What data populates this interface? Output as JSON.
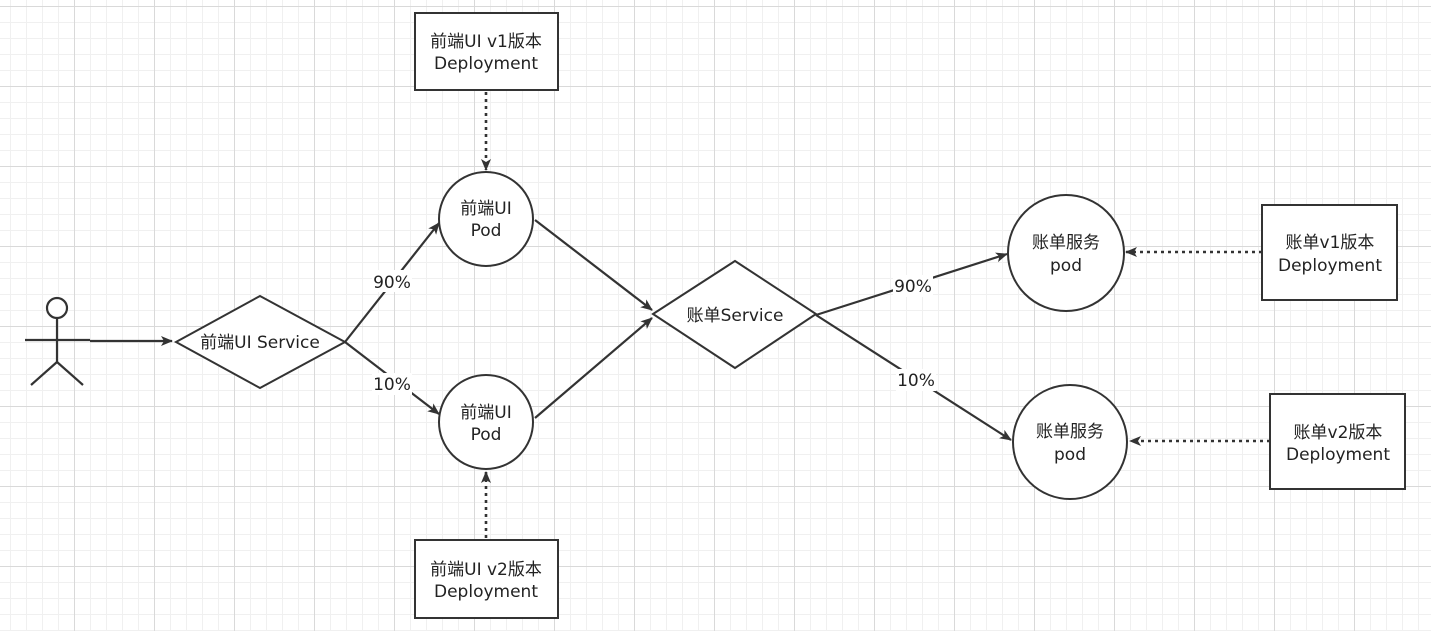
{
  "nodes": {
    "user": {
      "label": ""
    },
    "frontend_service": {
      "label": "前端UI Service"
    },
    "frontend_v1_deployment": {
      "line1": "前端UI v1版本",
      "line2": "Deployment"
    },
    "frontend_v2_deployment": {
      "line1": "前端UI v2版本",
      "line2": "Deployment"
    },
    "frontend_pod_v1": {
      "line1": "前端UI",
      "line2": "Pod"
    },
    "frontend_pod_v2": {
      "line1": "前端UI",
      "line2": "Pod"
    },
    "billing_service": {
      "label": "账单Service"
    },
    "billing_pod_v1": {
      "line1": "账单服务",
      "line2": "pod"
    },
    "billing_pod_v2": {
      "line1": "账单服务",
      "line2": "pod"
    },
    "billing_v1_deployment": {
      "line1": "账单v1版本",
      "line2": "Deployment"
    },
    "billing_v2_deployment": {
      "line1": "账单v2版本",
      "line2": "Deployment"
    }
  },
  "edges": {
    "frontend_to_pod_v1": {
      "label": "90%"
    },
    "frontend_to_pod_v2": {
      "label": "10%"
    },
    "billing_to_pod_v1": {
      "label": "90%"
    },
    "billing_to_pod_v2": {
      "label": "10%"
    }
  },
  "colors": {
    "stroke": "#333333",
    "fill": "#ffffff",
    "grid": "#d9d9d9",
    "text": "#222222"
  }
}
